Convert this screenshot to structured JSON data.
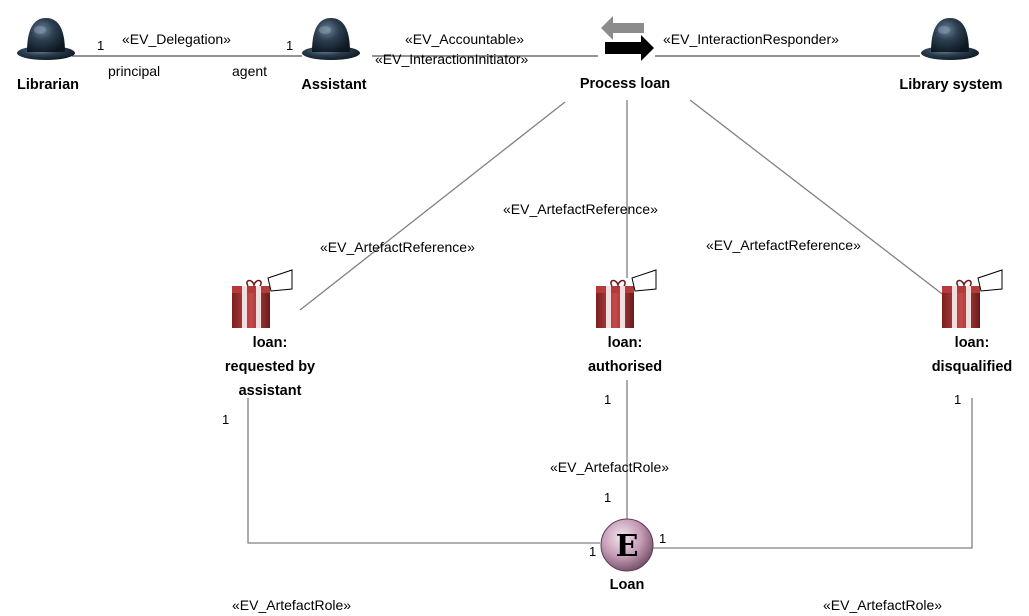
{
  "actors": {
    "librarian": "Librarian",
    "assistant": "Assistant",
    "library_system": "Library system"
  },
  "process": {
    "name": "Process loan"
  },
  "artefacts": {
    "requested": [
      "loan:",
      "requested by",
      "assistant"
    ],
    "authorised": [
      "loan:",
      "authorised"
    ],
    "disqualified": [
      "loan:",
      "disqualified"
    ]
  },
  "entity": {
    "name": "Loan",
    "letter": "E"
  },
  "stereotypes": {
    "delegation": "«EV_Delegation»",
    "accountable": "«EV_Accountable»",
    "interaction_initiator": "«EV_InteractionInitiator»",
    "interaction_responder": "«EV_InteractionResponder»",
    "artefact_reference": "«EV_ArtefactReference»",
    "artefact_role": "«EV_ArtefactRole»"
  },
  "roles": {
    "principal": "principal",
    "agent": "agent"
  },
  "multiplicities": {
    "one": "1"
  },
  "colors": {
    "actor_hat": "#1c2c3a",
    "entity_fill": "#c9a6bd",
    "artefact_red": "#a52a2a",
    "line": "#808080",
    "arrow_grey": "#8c8c8c",
    "arrow_black": "#000000"
  }
}
